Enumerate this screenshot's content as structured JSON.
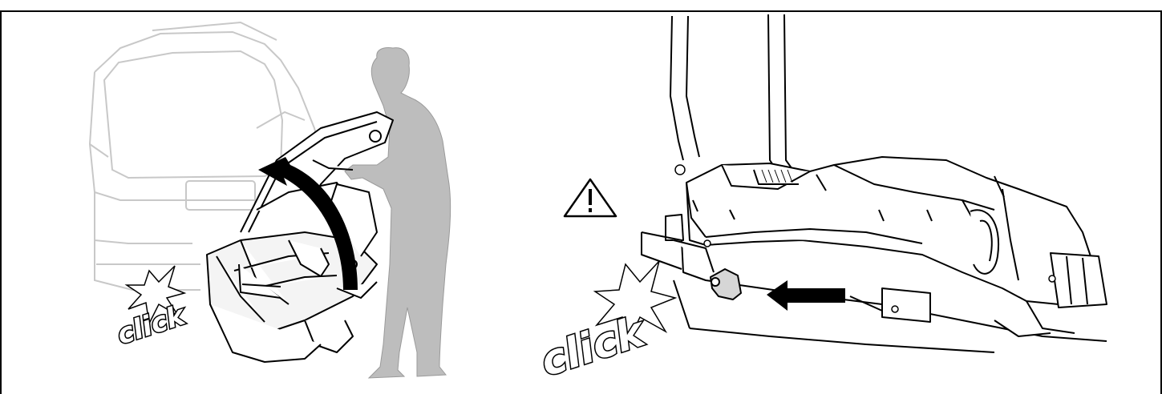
{
  "panels": [
    {
      "id": "left",
      "click_label": "click"
    },
    {
      "id": "right",
      "click_label": "click"
    }
  ],
  "colors": {
    "ink": "#000000",
    "silhouette": "#bdbdbd",
    "car_line": "#c8c8c8",
    "paper": "#ffffff"
  },
  "icons": [
    "warning-triangle-icon",
    "curved-arrow-icon",
    "straight-arrow-icon"
  ]
}
